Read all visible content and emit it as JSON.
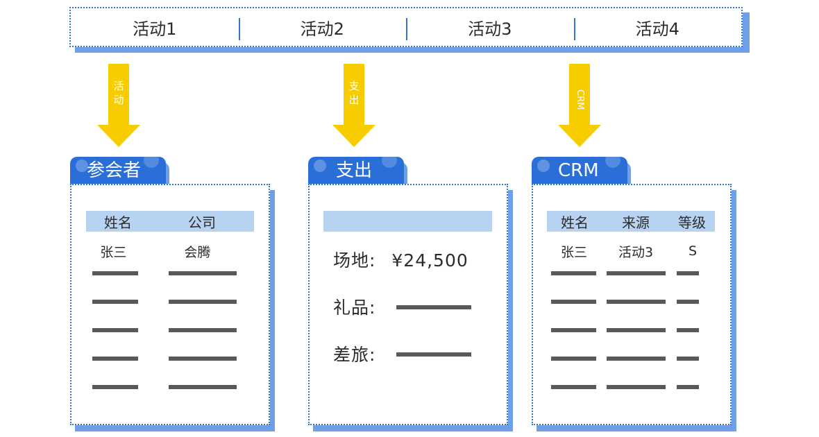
{
  "activities": [
    "活动1",
    "活动2",
    "活动3",
    "活动4"
  ],
  "arrows": [
    "活\n动",
    "支\n出",
    "CRM"
  ],
  "participants": {
    "title": "参会者",
    "headers": [
      "姓名",
      "公司"
    ],
    "row": [
      "张三",
      "会腾"
    ]
  },
  "expense": {
    "title": "支出",
    "venue_label": "场地:",
    "venue_value": "¥24,500",
    "gift_label": "礼品:",
    "travel_label": "差旅:"
  },
  "crm": {
    "title": "CRM",
    "headers": [
      "姓名",
      "来源",
      "等级"
    ],
    "row": [
      "张三",
      "活动3",
      "S"
    ]
  },
  "colors": {
    "blue": "#2a6fd8",
    "light_blue": "#b8d3f2",
    "shadow_blue": "#6f9fe6",
    "arrow_yellow": "#f7cd00",
    "placeholder_gray": "#595959"
  }
}
